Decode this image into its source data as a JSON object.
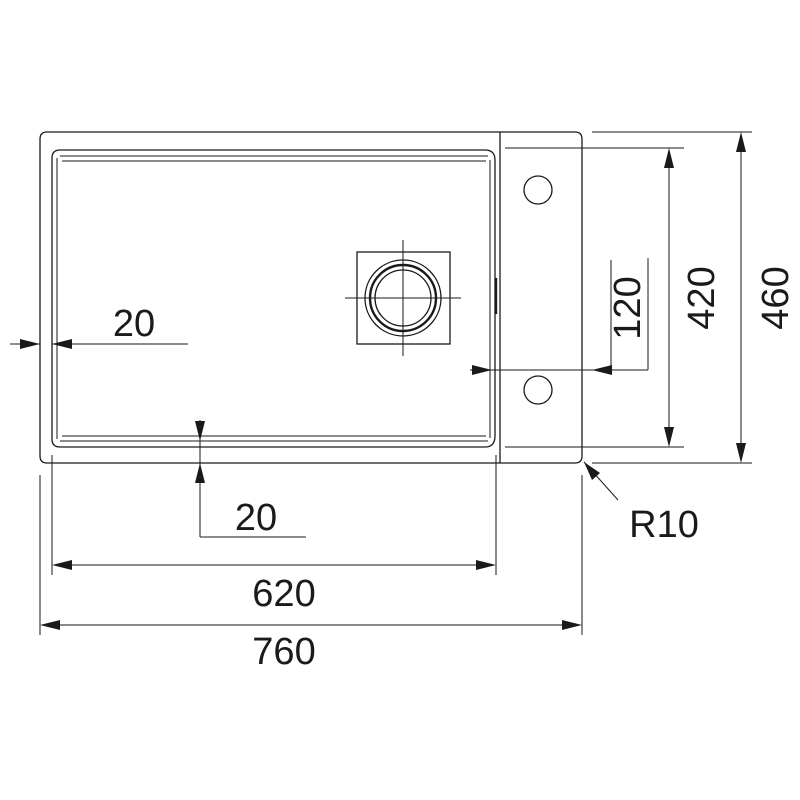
{
  "drawing": {
    "colors": {
      "line": "#1a1a1a",
      "background": "#ffffff"
    },
    "dimensions": {
      "overall_width": "760",
      "bowl_width": "620",
      "overall_depth": "460",
      "bowl_depth": "420",
      "tap_hole_offset": "120",
      "side_margin": "20",
      "front_margin": "20",
      "corner_radius": "R10"
    }
  }
}
